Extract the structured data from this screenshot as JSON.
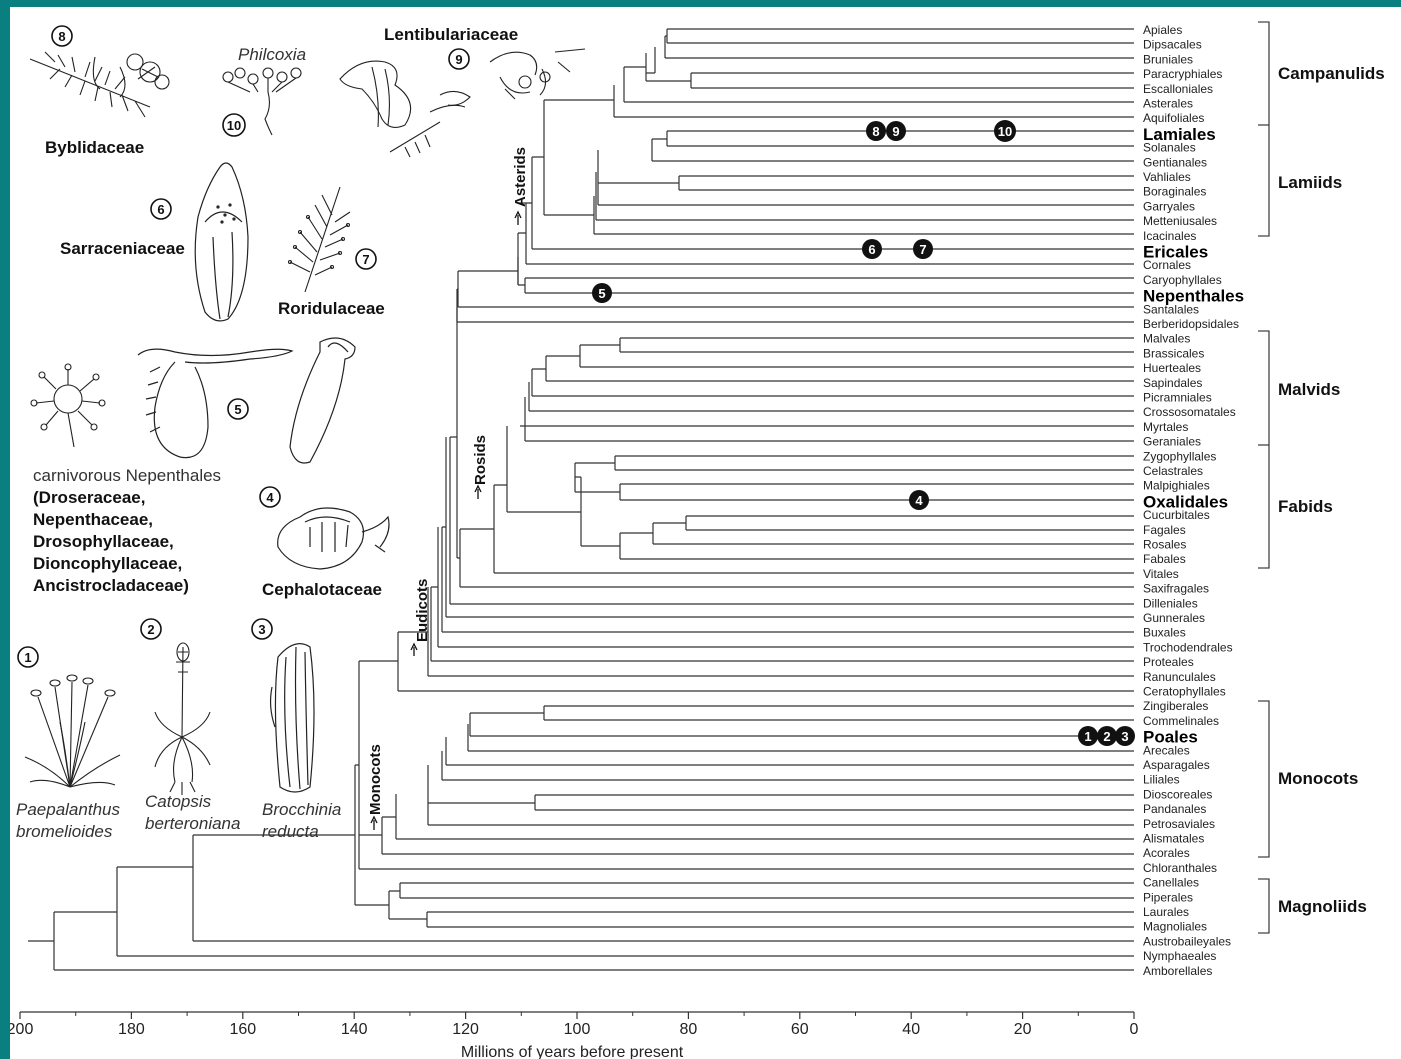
{
  "axis": {
    "label": "Millions of years before present",
    "ticks": [
      "200",
      "180",
      "160",
      "140",
      "120",
      "100",
      "80",
      "60",
      "40",
      "20",
      "0"
    ]
  },
  "orders": [
    "Apiales",
    "Dipsacales",
    "Bruniales",
    "Paracryphiales",
    "Escalloniales",
    "Asterales",
    "Aquifoliales",
    "Lamiales",
    "Solanales",
    "Gentianales",
    "Vahliales",
    "Boraginales",
    "Garryales",
    "Metteniusales",
    "Icacinales",
    "Ericales",
    "Cornales",
    "Caryophyllales",
    "Nepenthales",
    "Santalales",
    "Berberidopsidales",
    "Malvales",
    "Brassicales",
    "Huerteales",
    "Sapindales",
    "Picramniales",
    "Crossosomatales",
    "Myrtales",
    "Geraniales",
    "Zygophyllales",
    "Celastrales",
    "Malpighiales",
    "Oxalidales",
    "Cucurbitales",
    "Fagales",
    "Rosales",
    "Fabales",
    "Vitales",
    "Saxifragales",
    "Dilleniales",
    "Gunnerales",
    "Buxales",
    "Trochodendrales",
    "Proteales",
    "Ranunculales",
    "Ceratophyllales",
    "Zingiberales",
    "Commelinales",
    "Poales",
    "Arecales",
    "Asparagales",
    "Liliales",
    "Dioscoreales",
    "Pandanales",
    "Petrosaviales",
    "Alismatales",
    "Acorales",
    "Chloranthales",
    "Canellales",
    "Piperales",
    "Laurales",
    "Magnoliales",
    "Austrobaileyales",
    "Nymphaeales",
    "Amborellales"
  ],
  "highlighted_orders": [
    "Lamiales",
    "Ericales",
    "Nepenthales",
    "Oxalidales",
    "Poales"
  ],
  "groups": [
    "Campanulids",
    "Lamiids",
    "Malvids",
    "Fabids",
    "Monocots",
    "Magnoliids"
  ],
  "clades": [
    "Asterids",
    "Rosids",
    "Eudicots",
    "Monocots"
  ],
  "badges": [
    "1",
    "2",
    "3",
    "4",
    "5",
    "6",
    "7",
    "8",
    "9",
    "10"
  ],
  "illustrations": {
    "byblidaceae": "Byblidaceae",
    "philcoxia": "Philcoxia",
    "lentibulariaceae": "Lentibulariaceae",
    "sarraceniaceae": "Sarraceniaceae",
    "roridulaceae": "Roridulaceae",
    "nepenthales_line1": "carnivorous Nepenthales",
    "nepenthales_line2": "(Droseraceae,",
    "nepenthales_line3": "Nepenthaceae,",
    "nepenthales_line4": "Drosophyllaceae,",
    "nepenthales_line5": "Dioncophyllaceae,",
    "nepenthales_line6": "Ancistrocladaceae)",
    "cephalotaceae": "Cephalotaceae",
    "paepalanthus_1": "Paepalanthus",
    "paepalanthus_2": "bromelioides",
    "catopsis_1": "Catopsis",
    "catopsis_2": "berteroniana",
    "brocchinia_1": "Brocchinia",
    "brocchinia_2": "reducta"
  }
}
